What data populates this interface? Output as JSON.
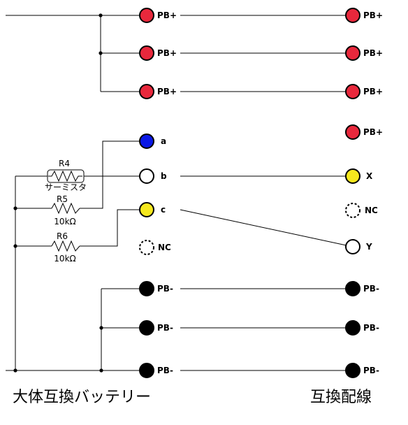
{
  "colors": {
    "pb_plus": "#e8283c",
    "pb_minus": "#000000",
    "a": "#0a18e6",
    "c": "#f5e81e",
    "x": "#f5e81e",
    "open": "#ffffff"
  },
  "left_pins": {
    "pb_plus_1": "PB+",
    "pb_plus_2": "PB+",
    "pb_plus_3": "PB+",
    "a": "a",
    "b": "b",
    "c": "c",
    "nc": "NC",
    "pb_minus_1": "PB-",
    "pb_minus_2": "PB-",
    "pb_minus_3": "PB-"
  },
  "right_pins": {
    "pb_plus_1": "PB+",
    "pb_plus_2": "PB+",
    "pb_plus_3": "PB+",
    "pb_plus_4": "PB+",
    "x": "X",
    "nc": "NC",
    "y": "Y",
    "pb_minus_1": "PB-",
    "pb_minus_2": "PB-",
    "pb_minus_3": "PB-"
  },
  "components": {
    "r4": {
      "name": "R4",
      "value": "サーミスタ"
    },
    "r5": {
      "name": "R5",
      "value": "10kΩ"
    },
    "r6": {
      "name": "R6",
      "value": "10kΩ"
    }
  },
  "captions": {
    "left": "大体互換バッテリー",
    "right": "互換配線"
  }
}
